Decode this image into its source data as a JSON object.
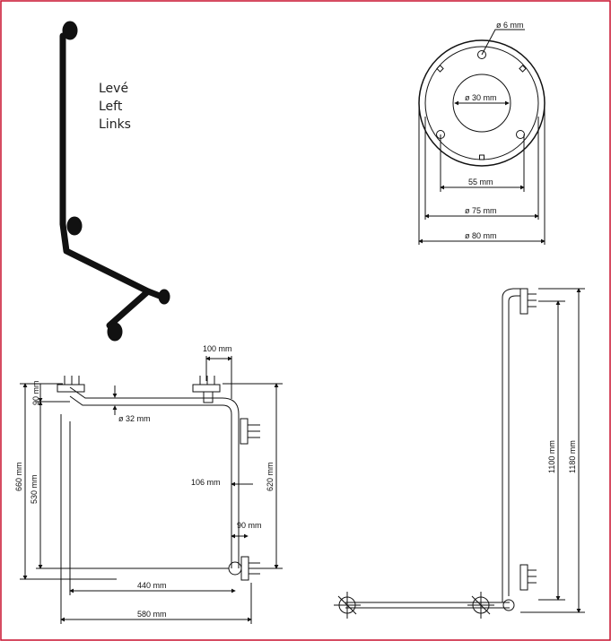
{
  "labels": {
    "lang_cz": "Levé",
    "lang_en": "Left",
    "lang_de": "Links"
  },
  "dimensions": {
    "d6": "ø 6 mm",
    "d30": "ø 30 mm",
    "w55": "55 mm",
    "d75": "ø 75 mm",
    "d80": "ø 80 mm",
    "w100": "100 mm",
    "h90": "90 mm",
    "d32": "ø 32 mm",
    "h660": "660 mm",
    "h530": "530 mm",
    "h620": "620 mm",
    "w106": "106 mm",
    "w90": "90 mm",
    "w440": "440 mm",
    "w580": "580 mm",
    "h1100": "1100 mm",
    "h1180": "1180 mm"
  },
  "colors": {
    "frame": "#c8102e",
    "line": "#111111",
    "bar": "#111111"
  }
}
